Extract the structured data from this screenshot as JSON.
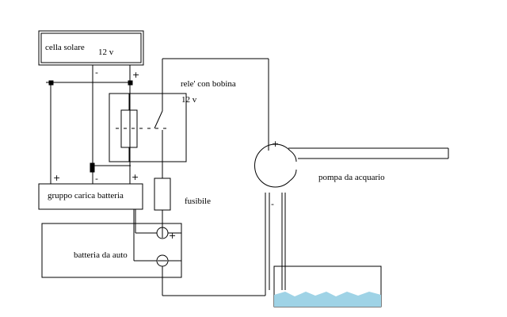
{
  "labels": {
    "solar_cell": "cella solare",
    "solar_voltage": "12 v",
    "relay": "rele' con bobina",
    "relay_voltage": "12 v",
    "fuse": "fusibile",
    "pump": "pompa da acquario",
    "charger": "gruppo carica batteria",
    "battery": "batteria da auto"
  },
  "polarity": {
    "plus": "+",
    "minus": "-"
  },
  "colors": {
    "line": "#000000",
    "water": "#9fd3e6",
    "background": "#ffffff"
  }
}
